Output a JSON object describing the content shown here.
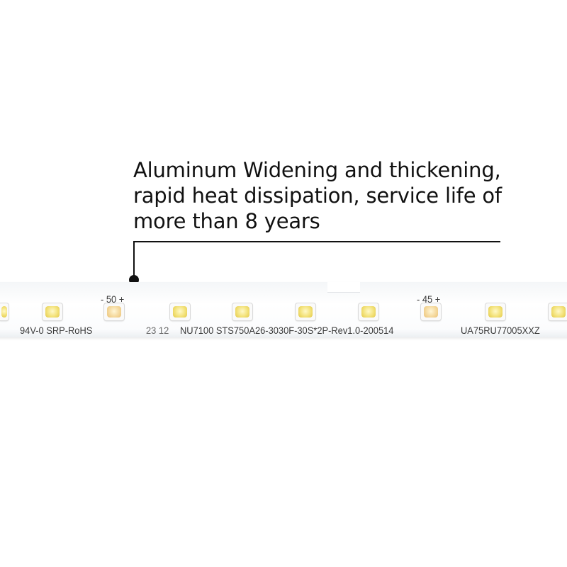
{
  "callout": {
    "lines": [
      "Aluminum Widening and thickening,",
      "rapid heat dissipation, service life of",
      "more than 8 years"
    ]
  },
  "strip": {
    "polarity_labels": [
      "- 50 +",
      "- 45 +"
    ],
    "rohs_text": "94V-0 SRP-RoHS",
    "date_code": "23 12",
    "model_text": "NU7100 STS750A26-3030F-30S*2P-Rev1.0-200514",
    "part_number": "UA75RU77005XXZ"
  },
  "colors": {
    "background": "#ffffff",
    "strip": "#f7f8fa",
    "led_phosphor": "#f3e27a",
    "text": "#111111"
  }
}
